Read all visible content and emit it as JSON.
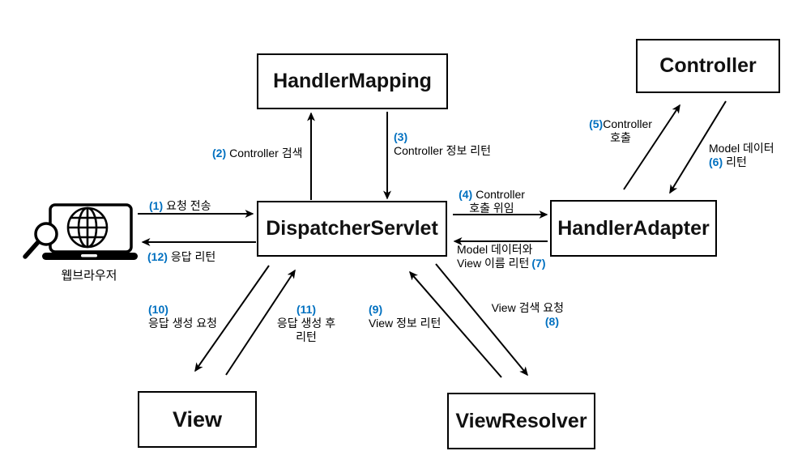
{
  "diagram": {
    "colors": {
      "accent_blue": "#0070C0",
      "box_border": "#000000",
      "background": "#ffffff"
    },
    "nodes": {
      "handler_mapping": "HandlerMapping",
      "controller": "Controller",
      "dispatcher_servlet": "DispatcherServlet",
      "handler_adapter": "HandlerAdapter",
      "view": "View",
      "view_resolver": "ViewResolver",
      "web_browser_caption": "웹브라우저"
    },
    "icons": {
      "browser": "web-browser-laptop-globe-magnifier-icon"
    },
    "steps": {
      "s1": {
        "num": "(1)",
        "text": "요청 전송"
      },
      "s2": {
        "num": "(2)",
        "text": "Controller 검색"
      },
      "s3": {
        "num": "(3)",
        "text": "Controller 정보 리턴"
      },
      "s4": {
        "num": "(4)",
        "line1": "Controller",
        "line2": "호출 위임"
      },
      "s5": {
        "num": "(5)",
        "line1": "Controller",
        "line2": "호출"
      },
      "s6": {
        "num": "(6)",
        "line1": "Model 데이터",
        "line2": "리턴"
      },
      "s7": {
        "num": "(7)",
        "line1": "Model 데이터와",
        "line2": "View 이름 리턴"
      },
      "s8": {
        "num": "(8)",
        "text": "View 검색 요청"
      },
      "s9": {
        "num": "(9)",
        "text": "View 정보 리턴"
      },
      "s10": {
        "num": "(10)",
        "text": "응답 생성 요청"
      },
      "s11": {
        "num": "(11)",
        "line1": "응답 생성 후",
        "line2": "리턴"
      },
      "s12": {
        "num": "(12)",
        "text": "응답 리턴"
      }
    }
  }
}
